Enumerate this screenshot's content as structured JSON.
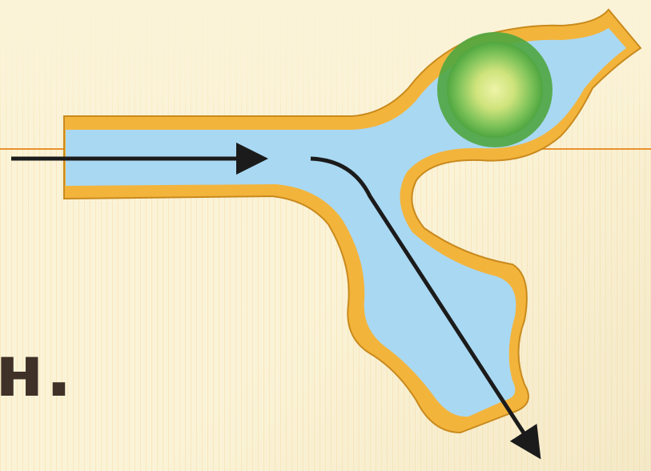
{
  "slide": {
    "text_fragment": "н.",
    "colors": {
      "background": "#fbf3d7",
      "rule": "#e8922e",
      "vessel_wall": "#f3b43c",
      "vessel_wall_edge": "#c98a1d",
      "lumen": "#a9d8f2",
      "cell_outer": "#5db54a",
      "cell_inner": "#e4ef9a",
      "arrow": "#1b1b1b",
      "text": "#3f3127"
    }
  },
  "diagram": {
    "icons": [
      "vessel-branching",
      "cell-blob",
      "flow-arrow-in",
      "flow-arrow-branch"
    ]
  }
}
